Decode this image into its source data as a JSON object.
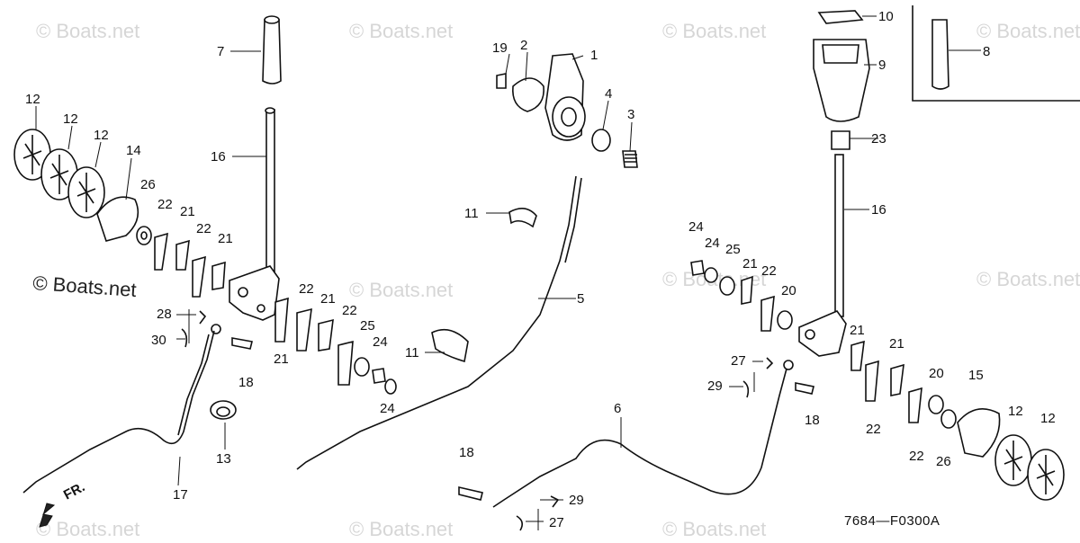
{
  "watermark": "© Boats.net",
  "diagram_code": "7684—F0300A",
  "direction_label": "FR.",
  "callouts": {
    "c1": "1",
    "c2": "2",
    "c3": "3",
    "c4": "4",
    "c5": "5",
    "c6": "6",
    "c7": "7",
    "c8": "8",
    "c9": "9",
    "c10": "10",
    "c11a": "11",
    "c11b": "11",
    "c12a": "12",
    "c12b": "12",
    "c12c": "12",
    "c12d": "12",
    "c12e": "12",
    "c13": "13",
    "c14": "14",
    "c15": "15",
    "c16a": "16",
    "c16b": "16",
    "c17": "17",
    "c18a": "18",
    "c18b": "18",
    "c18c": "18",
    "c19": "19",
    "c20a": "20",
    "c20b": "20",
    "c21a": "21",
    "c21b": "21",
    "c21c": "21",
    "c21d": "21",
    "c21e": "21",
    "c21f": "21",
    "c21g": "21",
    "c22a": "22",
    "c22b": "22",
    "c22c": "22",
    "c22d": "22",
    "c22e": "22",
    "c22f": "22",
    "c22g": "22",
    "c23": "23",
    "c24a": "24",
    "c24b": "24",
    "c24c": "24",
    "c24d": "24",
    "c25a": "25",
    "c25b": "25",
    "c26a": "26",
    "c26b": "26",
    "c27a": "27",
    "c27b": "27",
    "c28": "28",
    "c29a": "29",
    "c29b": "29",
    "c30": "30"
  }
}
